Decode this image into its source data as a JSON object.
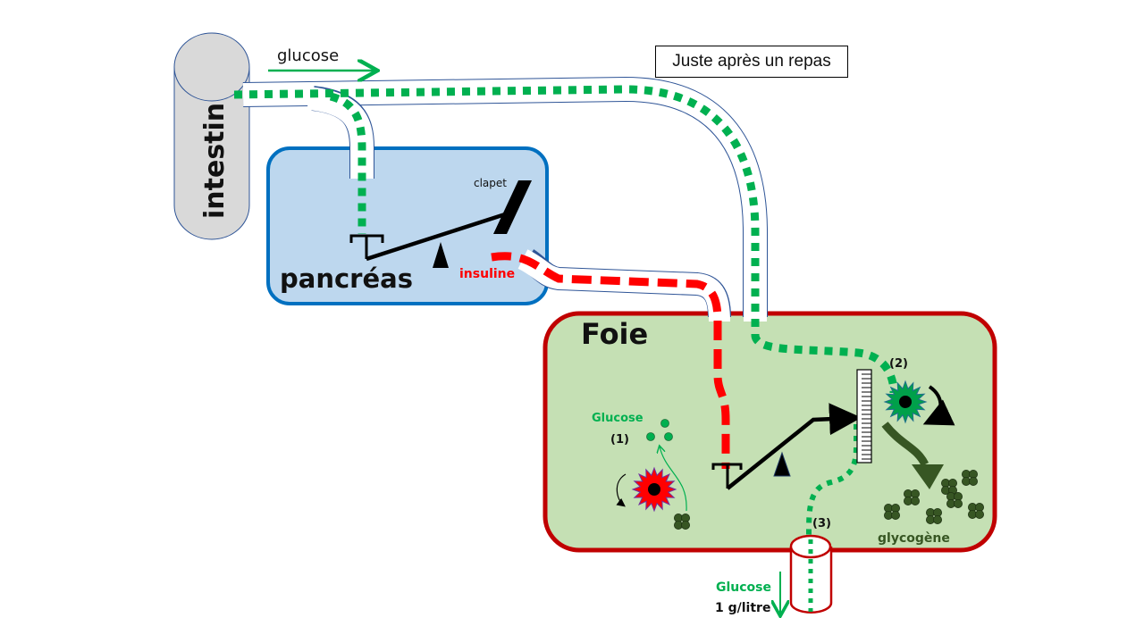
{
  "title": "Juste après un repas",
  "colors": {
    "glucose_green": "#00b050",
    "insulin_red": "#ff0000",
    "pancreas_fill": "#bdd7ee",
    "pancreas_border": "#0070c0",
    "liver_fill": "#c5e0b4",
    "liver_border": "#c00000",
    "intestine_fill": "#d9d9d9",
    "glycogen": "#375623",
    "enzyme_active": "#00a04a",
    "enzyme_inactive": "#ff0000"
  },
  "labels": {
    "intestine": "intestin",
    "glucose_flow": "glucose",
    "pancreas": "pancréas",
    "valve": "clapet",
    "insulin": "insuline",
    "liver": "Foie",
    "glucose_inside": "Glucose",
    "step1": "(1)",
    "step2": "(2)",
    "step3": "(3)",
    "glycogen": "glycogène",
    "blood_glucose": "Glucose",
    "blood_concentration": "1 g/litre"
  },
  "icons": {
    "intestine": "cylinder-icon",
    "blood_vessel": "cylinder-icon",
    "lever": "seesaw-lever-icon",
    "fulcrum": "triangle-fulcrum-icon",
    "gauge": "ruler-gauge-icon",
    "enzyme": "star-burst-icon",
    "glycogen": "clover-cluster-icon",
    "rotation": "curved-arrow-icon"
  }
}
